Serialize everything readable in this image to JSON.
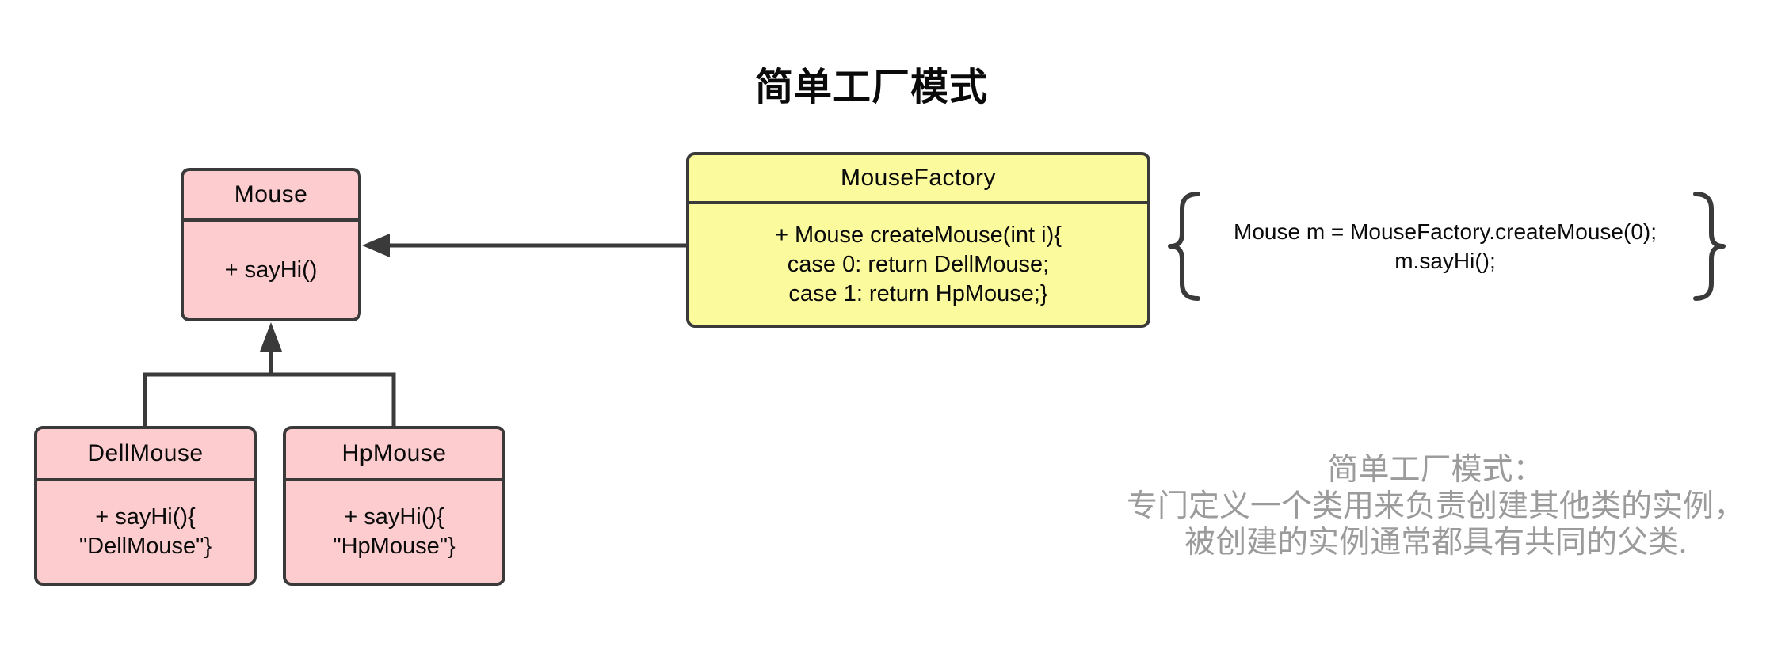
{
  "title": "简单工厂模式",
  "colors": {
    "pink": "#fcccce",
    "yellow": "#fbfb9e",
    "line": "#3a3a3a",
    "note_gray": "#9b9b9b",
    "text": "#0a0a0a",
    "background": "#ffffff"
  },
  "classes": {
    "mouse": {
      "name": "Mouse",
      "members": [
        "+ sayHi()"
      ]
    },
    "factory": {
      "name": "MouseFactory",
      "members": [
        "+ Mouse createMouse(int i){",
        "case 0: return DellMouse;",
        "case 1: return HpMouse;}"
      ]
    },
    "dellmouse": {
      "name": "DellMouse",
      "members": [
        "+ sayHi(){",
        "\"DellMouse\"}"
      ]
    },
    "hpmouse": {
      "name": "HpMouse",
      "members": [
        "+ sayHi(){",
        "\"HpMouse\"}"
      ]
    }
  },
  "usage_snippet": {
    "lines": [
      "Mouse m = MouseFactory.createMouse(0);",
      "m.sayHi();"
    ]
  },
  "note": {
    "lines": [
      "简单工厂模式：",
      "专门定义一个类用来负责创建其他类的实例，",
      "被创建的实例通常都具有共同的父类."
    ]
  }
}
